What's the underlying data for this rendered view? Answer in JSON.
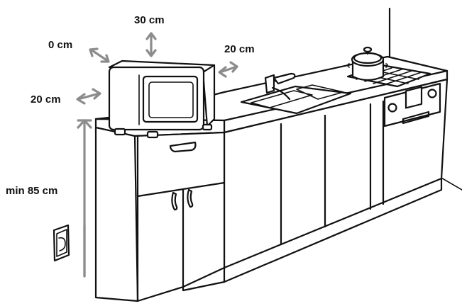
{
  "labels": {
    "top_clearance": "30 cm",
    "back_clearance": "0 cm",
    "right_clearance": "20 cm",
    "left_clearance": "20 cm",
    "min_height": "min 85 cm"
  },
  "colors": {
    "line": "#111111",
    "arrow": "#8c8c8c",
    "background": "#ffffff"
  }
}
